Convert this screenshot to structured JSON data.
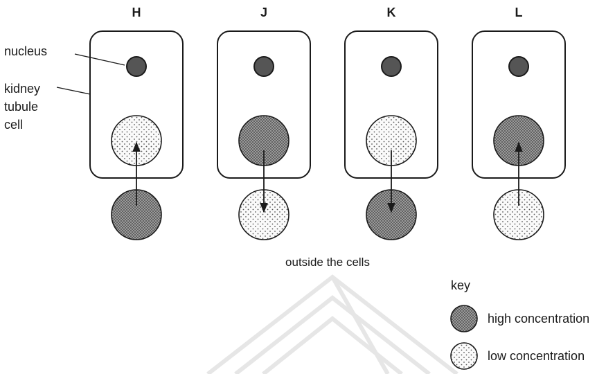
{
  "cells": [
    {
      "label": "H",
      "inside": "low",
      "outside": "high",
      "arrow": "in"
    },
    {
      "label": "J",
      "inside": "high",
      "outside": "low",
      "arrow": "out"
    },
    {
      "label": "K",
      "inside": "low",
      "outside": "high",
      "arrow": "out"
    },
    {
      "label": "L",
      "inside": "high",
      "outside": "low",
      "arrow": "in"
    }
  ],
  "labels": {
    "nucleus": "nucleus",
    "kidney_lines": [
      "kidney",
      "tubule",
      "cell"
    ],
    "outside": "outside the cells"
  },
  "key": {
    "title": "key",
    "high": "high concentration",
    "low": "low concentration"
  },
  "colors": {
    "high_fill": "#8c8c8c",
    "low_fill": "#f2f2f2",
    "nucleus": "#555555"
  }
}
